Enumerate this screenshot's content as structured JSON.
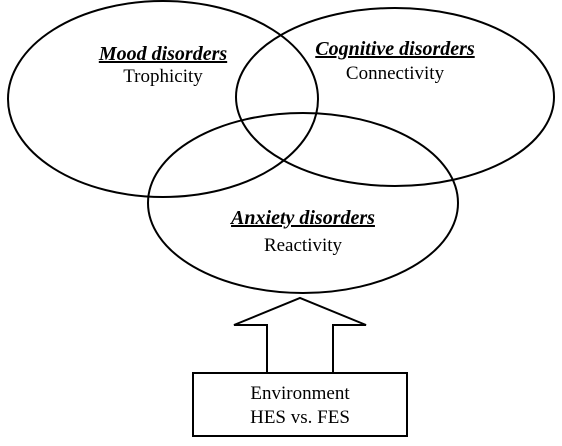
{
  "circles": {
    "mood": {
      "title": "Mood disorders",
      "subtitle": "Trophicity"
    },
    "cognitive": {
      "title": "Cognitive disorders",
      "subtitle": "Connectivity"
    },
    "anxiety": {
      "title": "Anxiety disorders",
      "subtitle": "Reactivity"
    }
  },
  "environment_box": {
    "line1": "Environment",
    "line2": "HES vs. FES"
  },
  "colors": {
    "stroke": "#000000",
    "background": "#ffffff"
  }
}
